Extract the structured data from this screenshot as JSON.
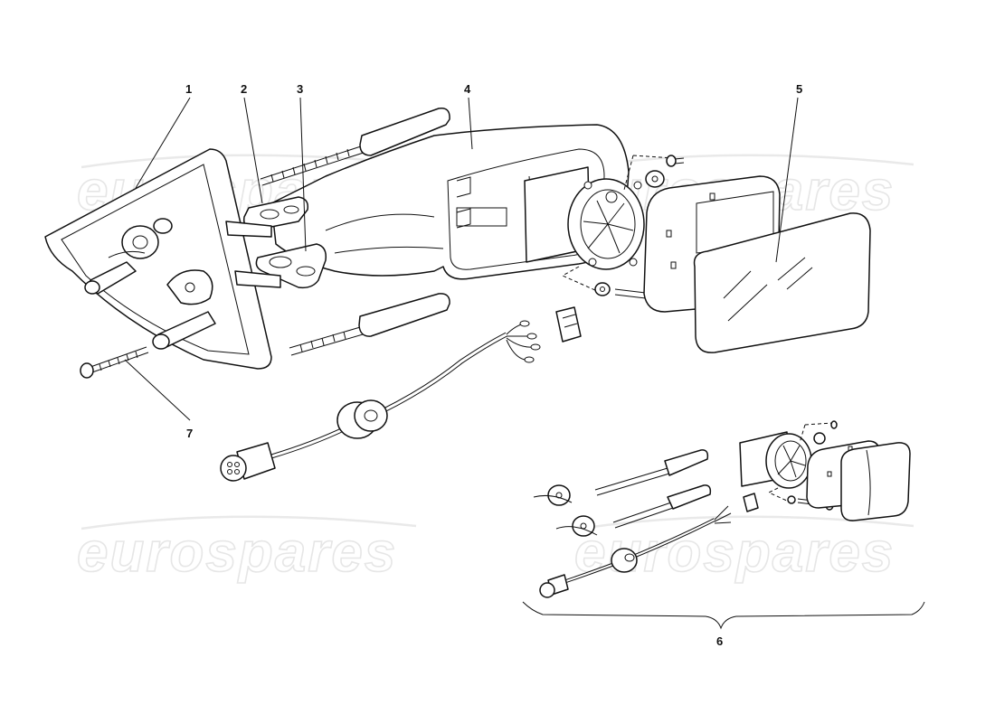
{
  "diagram": {
    "watermark_text": "eurospares",
    "callouts": [
      {
        "id": "1",
        "label": "1"
      },
      {
        "id": "2",
        "label": "2"
      },
      {
        "id": "3",
        "label": "3"
      },
      {
        "id": "4",
        "label": "4"
      },
      {
        "id": "5",
        "label": "5"
      },
      {
        "id": "6",
        "label": "6"
      },
      {
        "id": "7",
        "label": "7"
      }
    ]
  }
}
